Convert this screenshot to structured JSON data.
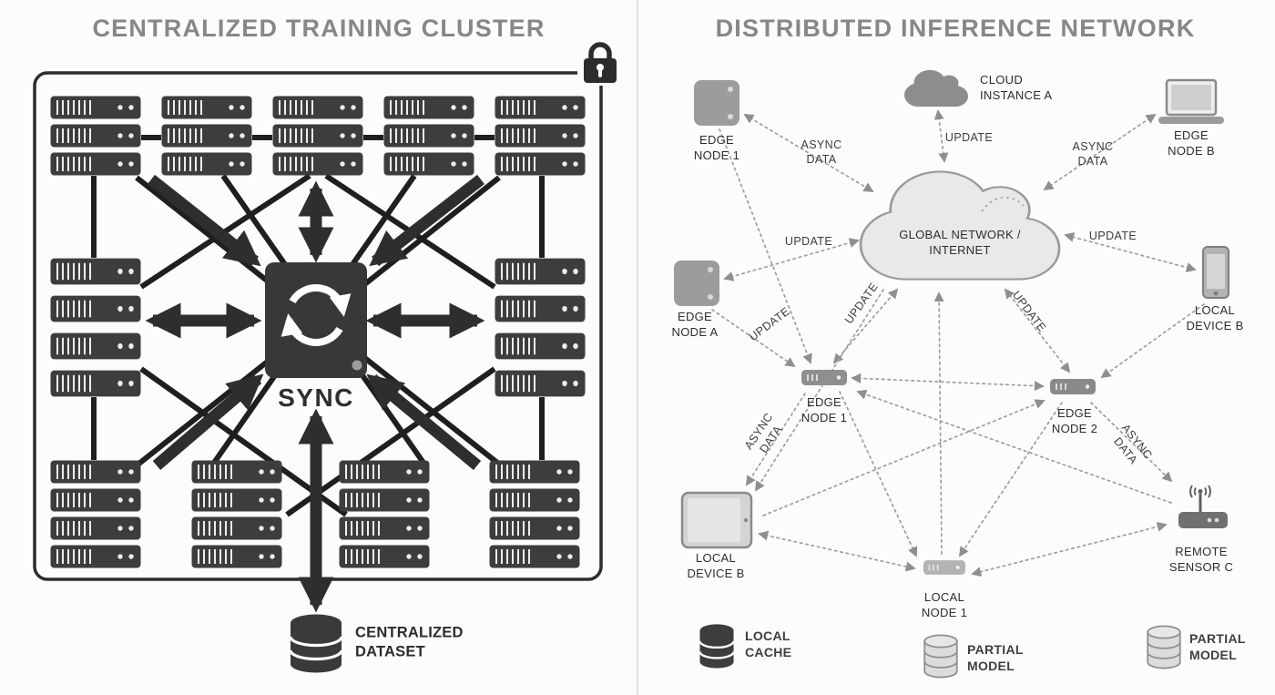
{
  "left_panel": {
    "title": "CENTRALIZED TRAINING CLUSTER",
    "sync_label": "SYNC",
    "dataset_label": "CENTRALIZED\nDATASET"
  },
  "right_panel": {
    "title": "DISTRIBUTED INFERENCE NETWORK",
    "nodes": {
      "edge_node_1_top": "EDGE\nNODE 1",
      "cloud_instance_a": "CLOUD\nINSTANCE A",
      "edge_node_b": "EDGE\nNODE B",
      "global_network": "GLOBAL NETWORK /\nINTERNET",
      "edge_node_a": "EDGE\nNODE A",
      "local_device_b_right": "LOCAL\nDEVICE B",
      "edge_node_1_mid": "EDGE\nNODE 1",
      "edge_node_2": "EDGE\nNODE 2",
      "local_device_b_left": "LOCAL\nDEVICE B",
      "local_node_1": "LOCAL\nNODE 1",
      "remote_sensor_c": "REMOTE\nSENSOR C"
    },
    "edge_labels": {
      "async_1": "ASYNC\nDATA",
      "update_1": "UPDATE",
      "async_2": "ASYNC\nDATA",
      "update_2": "UPDATE",
      "update_3": "UPDATE",
      "update_4": "UPDATE",
      "update_5": "UPDATE",
      "update_6": "UPDATE",
      "async_3": "ASYNC\nDATA",
      "async_4": "ASYNC\nDATA"
    },
    "legend": {
      "local_cache": "LOCAL\nCACHE",
      "partial_model_1": "PARTIAL\nMODEL",
      "partial_model_2": "PARTIAL\nMODEL"
    }
  },
  "palette": {
    "dark_ink": "#2e2e2e",
    "title_gray": "#878787",
    "connector_gray": "#9e9e9e",
    "cloud_fill": "#e9e9e9"
  }
}
